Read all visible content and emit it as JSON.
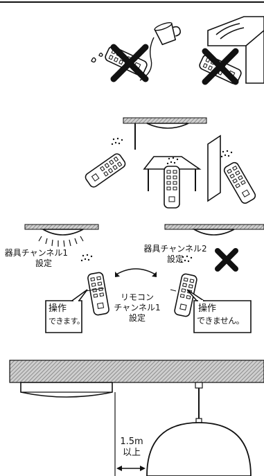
{
  "channel_section": {
    "fixture_left_label_line1": "器具チャンネル1",
    "fixture_left_label_line2": "設定",
    "fixture_right_label_line1": "器具チャンネル2",
    "fixture_right_label_line2": "設定",
    "remote_label_line1": "リモコン",
    "remote_label_line2": "チャンネル1",
    "remote_label_line3": "設定",
    "bubble_ok_line1": "操作",
    "bubble_ok_line2": "できます。",
    "bubble_ng_line1": "操作",
    "bubble_ng_line2": "できません。"
  },
  "distance_section": {
    "distance_value": "1.5m",
    "distance_suffix": "以上"
  },
  "colors": {
    "ink": "#111111",
    "hatch": "#9a9a9a"
  }
}
